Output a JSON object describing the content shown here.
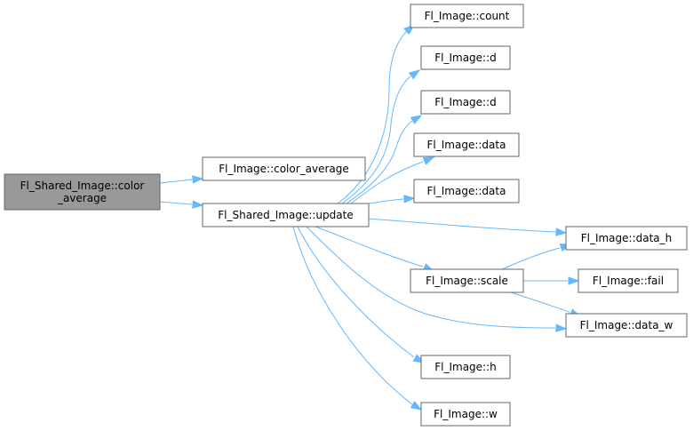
{
  "colors": {
    "focus_fill": "#999999",
    "node_fill": "#ffffff",
    "node_border": "#666666",
    "edge": "#63b8ff"
  },
  "nodes": [
    {
      "id": "n0",
      "name": "node-fl-shared-image-color-average",
      "lines": [
        "Fl_Shared_Image::color",
        "_average"
      ],
      "focus": true
    },
    {
      "id": "n1",
      "name": "node-fl-image-color-average",
      "lines": [
        "Fl_Image::color_average"
      ]
    },
    {
      "id": "n2",
      "name": "node-fl-shared-image-update",
      "lines": [
        "Fl_Shared_Image::update"
      ]
    },
    {
      "id": "n3",
      "name": "node-fl-image-count",
      "lines": [
        "Fl_Image::count"
      ]
    },
    {
      "id": "n4",
      "name": "node-fl-image-d-1",
      "lines": [
        "Fl_Image::d"
      ]
    },
    {
      "id": "n5",
      "name": "node-fl-image-d-2",
      "lines": [
        "Fl_Image::d"
      ]
    },
    {
      "id": "n6",
      "name": "node-fl-image-data-1",
      "lines": [
        "Fl_Image::data"
      ]
    },
    {
      "id": "n7",
      "name": "node-fl-image-data-2",
      "lines": [
        "Fl_Image::data"
      ]
    },
    {
      "id": "n8",
      "name": "node-fl-image-data-h",
      "lines": [
        "Fl_Image::data_h"
      ]
    },
    {
      "id": "n9",
      "name": "node-fl-image-scale",
      "lines": [
        "Fl_Image::scale"
      ]
    },
    {
      "id": "n10",
      "name": "node-fl-image-fail",
      "lines": [
        "Fl_Image::fail"
      ]
    },
    {
      "id": "n11",
      "name": "node-fl-image-data-w",
      "lines": [
        "Fl_Image::data_w"
      ]
    },
    {
      "id": "n12",
      "name": "node-fl-image-h",
      "lines": [
        "Fl_Image::h"
      ]
    },
    {
      "id": "n13",
      "name": "node-fl-image-w",
      "lines": [
        "Fl_Image::w"
      ]
    }
  ],
  "edges": [
    {
      "from": "n0",
      "to": "n1"
    },
    {
      "from": "n0",
      "to": "n2"
    },
    {
      "from": "n2",
      "to": "n3"
    },
    {
      "from": "n2",
      "to": "n4"
    },
    {
      "from": "n2",
      "to": "n5"
    },
    {
      "from": "n2",
      "to": "n6"
    },
    {
      "from": "n2",
      "to": "n7"
    },
    {
      "from": "n2",
      "to": "n8"
    },
    {
      "from": "n2",
      "to": "n9"
    },
    {
      "from": "n2",
      "to": "n11"
    },
    {
      "from": "n2",
      "to": "n12"
    },
    {
      "from": "n2",
      "to": "n13"
    },
    {
      "from": "n9",
      "to": "n8"
    },
    {
      "from": "n9",
      "to": "n10"
    },
    {
      "from": "n9",
      "to": "n11"
    }
  ]
}
